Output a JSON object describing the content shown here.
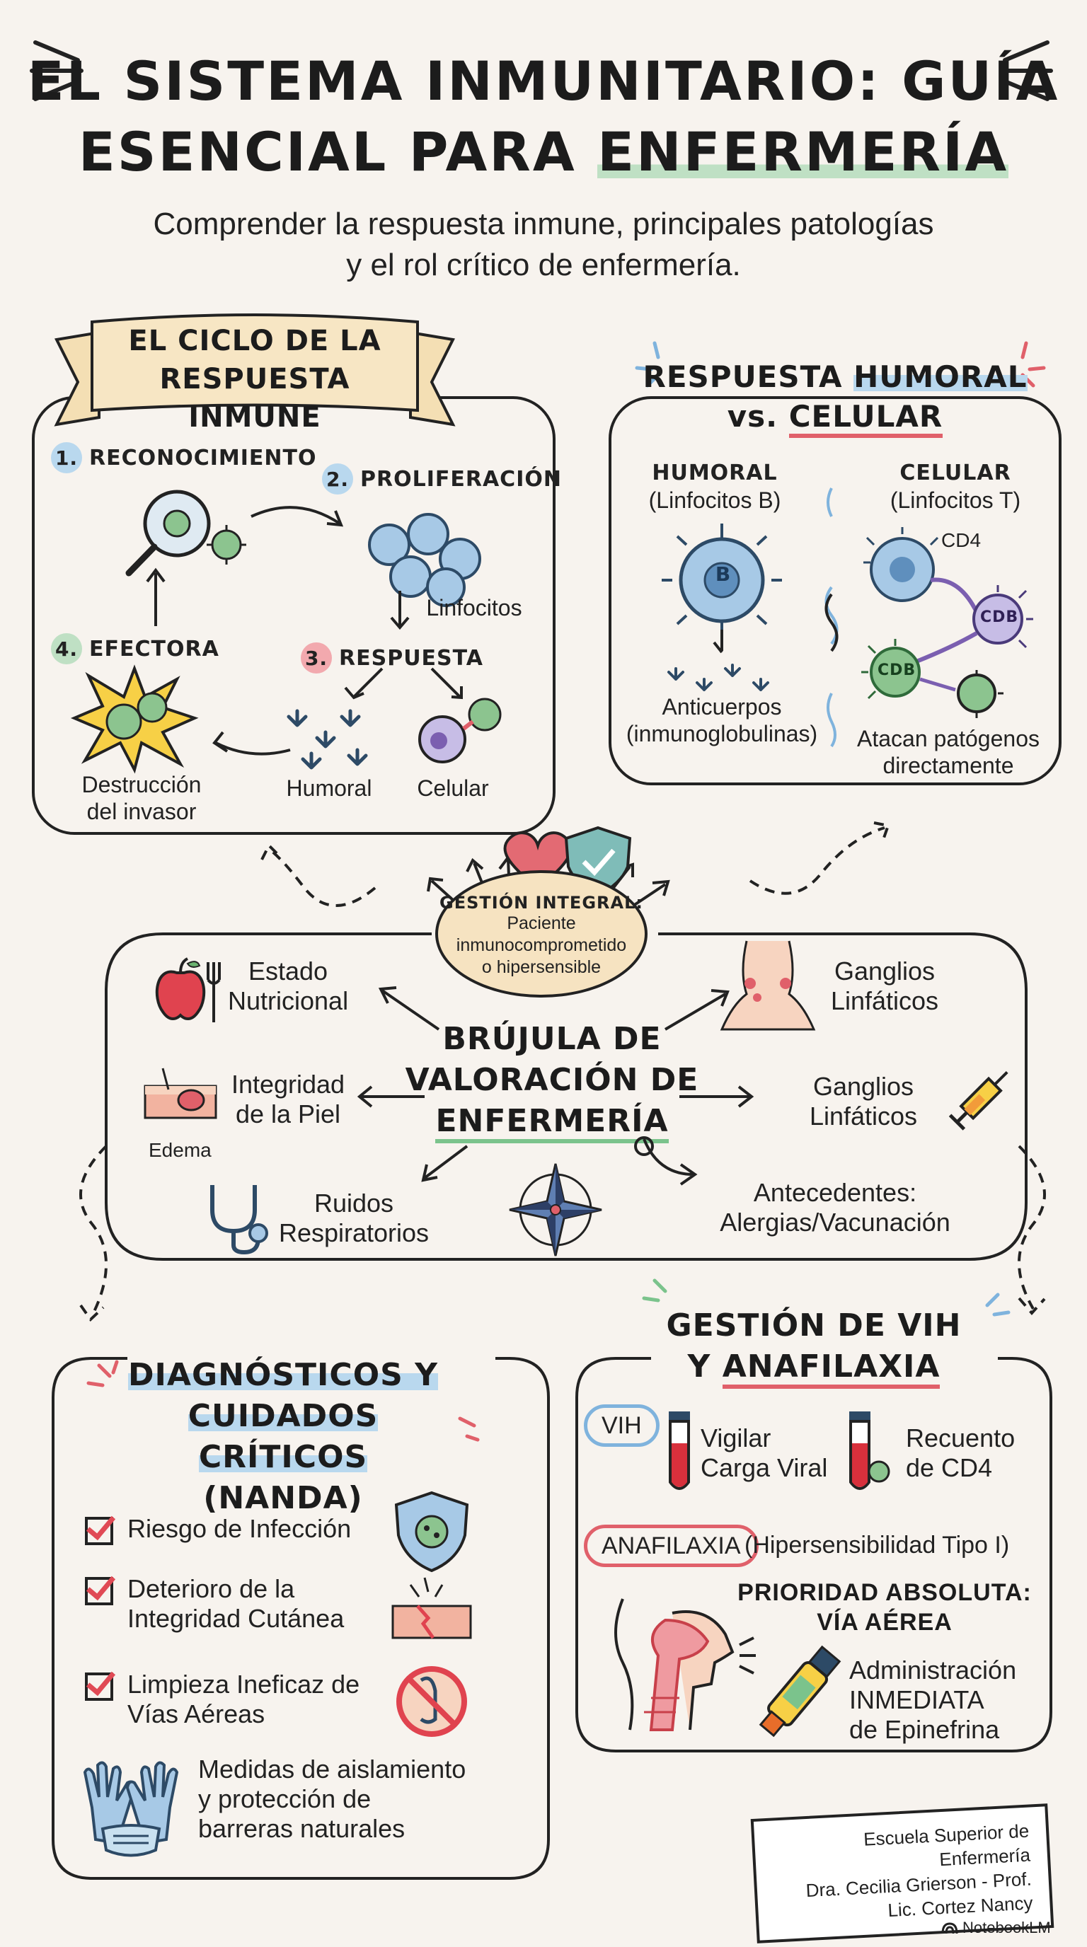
{
  "header": {
    "title_line1": "EL SISTEMA INMUNITARIO: GUÍA",
    "title_line2_a": "ESENCIAL PARA ",
    "title_line2_b": "ENFERMERÍA",
    "subtitle_line1": "Comprender la respuesta inmune, principales patologías",
    "subtitle_line2": "y el rol crítico de enfermería."
  },
  "cycle": {
    "banner_line1": "EL CICLO DE LA",
    "banner_line2": "RESPUESTA INMUNE",
    "steps": [
      {
        "num": "1.",
        "label": "RECONOCIMIENTO"
      },
      {
        "num": "2.",
        "label": "PROLIFERACIÓN"
      },
      {
        "num": "3.",
        "label": "RESPUESTA"
      },
      {
        "num": "4.",
        "label": "EFECTORA"
      }
    ],
    "linfocitos": "Linfocitos",
    "humoral": "Humoral",
    "celular": "Celular",
    "destruccion_line1": "Destrucción",
    "destruccion_line2": "del invasor"
  },
  "humoral_celular": {
    "title_a": "RESPUESTA ",
    "title_b": "HUMORAL",
    "title_c": "vs. ",
    "title_d": "CELULAR",
    "humoral_head": "HUMORAL",
    "humoral_sub": "(Linfocitos B)",
    "celular_head": "CELULAR",
    "celular_sub": "(Linfocitos T)",
    "b_label": "B",
    "cd4": "CD4",
    "cd8_a": "CDB",
    "cd8_b": "CDB",
    "anticuerpos_line1": "Anticuerpos",
    "anticuerpos_line2": "(inmunoglobulinas)",
    "atacan_line1": "Atacan patógenos",
    "atacan_line2": "directamente"
  },
  "gestion": {
    "title": "GESTIÓN INTEGRAL:",
    "line1": "Paciente",
    "line2": "inmunocomprometido",
    "line3": "o hipersensible"
  },
  "brujula": {
    "title_line1": "BRÚJULA DE",
    "title_line2": "VALORACIÓN DE",
    "title_line3": "ENFERMERÍA",
    "estado_line1": "Estado",
    "estado_line2": "Nutricional",
    "integridad_line1": "Integridad",
    "integridad_line2": "de la Piel",
    "edema": "Edema",
    "ruidos_line1": "Ruidos",
    "ruidos_line2": "Respiratorios",
    "ganglios1_line1": "Ganglios",
    "ganglios1_line2": "Linfáticos",
    "ganglios2_line1": "Ganglios",
    "ganglios2_line2": "Linfáticos",
    "antecedentes_line1": "Antecedentes:",
    "antecedentes_line2": "Alergias/Vacunación"
  },
  "nanda": {
    "title_line1": "DIAGNÓSTICOS Y",
    "title_line2": "CUIDADOS CRÍTICOS",
    "title_line3": "(NANDA)",
    "items": [
      {
        "line1": "Riesgo de Infección",
        "line2": ""
      },
      {
        "line1": "Deterioro de la",
        "line2": "Integridad Cutánea"
      },
      {
        "line1": "Limpieza Ineficaz de",
        "line2": "Vías Aéreas"
      }
    ],
    "medidas_line1": "Medidas de aislamiento",
    "medidas_line2": "y protección de",
    "medidas_line3": "barreras naturales"
  },
  "vih": {
    "title_line1": "GESTIÓN DE VIH",
    "title_line2_a": "Y ",
    "title_line2_b": "ANAFILAXIA",
    "vih_pill": "VIH",
    "carga_line1": "Vigilar",
    "carga_line2": "Carga Viral",
    "recuento_line1": "Recuento",
    "recuento_line2": "de CD4",
    "anafilaxia_pill": "ANAFILAXIA",
    "hipersens": "(Hipersensibilidad Tipo I)",
    "prioridad_line1": "PRIORIDAD ABSOLUTA:",
    "prioridad_line2": "VÍA AÉREA",
    "admin_line1": "Administración",
    "admin_line2": "INMEDIATA",
    "admin_line3": "de Epinefrina"
  },
  "footer": {
    "line1": "Escuela Superior de Enfermería",
    "line2": "Dra. Cecilia Grierson - Prof.",
    "line3": "Lic. Cortez Nancy",
    "brand": "NotebookLM"
  },
  "colors": {
    "blue": "#b9d8ee",
    "green": "#bfe0c4",
    "red": "#e0606a",
    "ink": "#222222"
  }
}
